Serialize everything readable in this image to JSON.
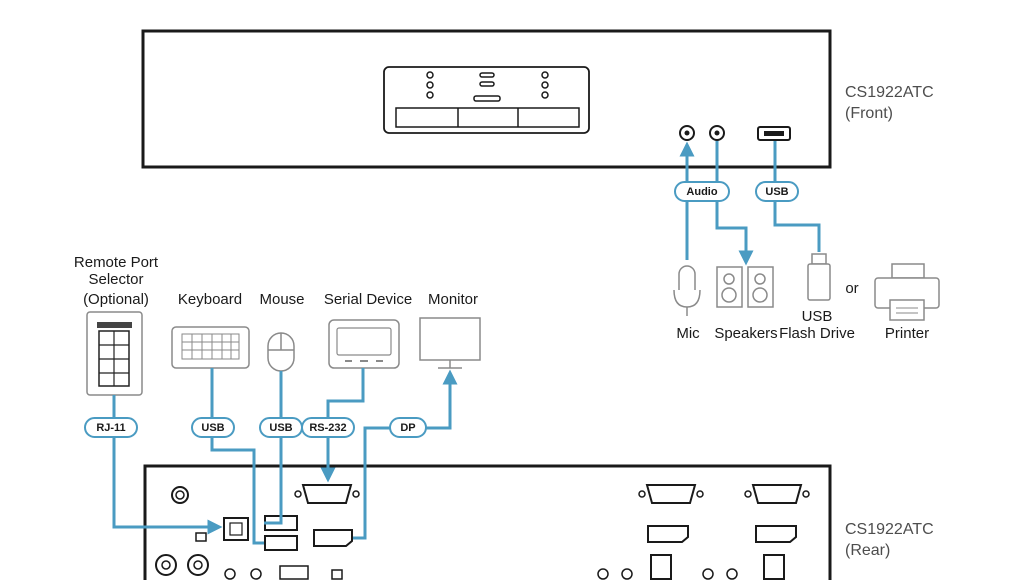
{
  "units": {
    "front": {
      "line1": "CS1922ATC",
      "line2": "(Front)"
    },
    "rear": {
      "line1": "CS1922ATC",
      "line2": "(Rear)"
    }
  },
  "devices": {
    "remote_port_selector": {
      "line1": "Remote Port",
      "line2": "Selector",
      "line3": "(Optional)"
    },
    "keyboard": "Keyboard",
    "mouse": "Mouse",
    "serial_device": "Serial Device",
    "monitor": "Monitor",
    "mic": "Mic",
    "speakers": "Speakers",
    "usb_flash_drive": {
      "line1": "USB",
      "line2": "Flash Drive"
    },
    "or": "or",
    "printer": "Printer"
  },
  "cables": {
    "rj11": "RJ-11",
    "usb_keyboard": "USB",
    "usb_mouse": "USB",
    "rs232": "RS-232",
    "dp": "DP",
    "audio": "Audio",
    "usb_front": "USB"
  },
  "colors": {
    "cable": "#4a9bc2",
    "device_outline": "#8a8a8a",
    "unit_outline": "#1a1a1a"
  }
}
